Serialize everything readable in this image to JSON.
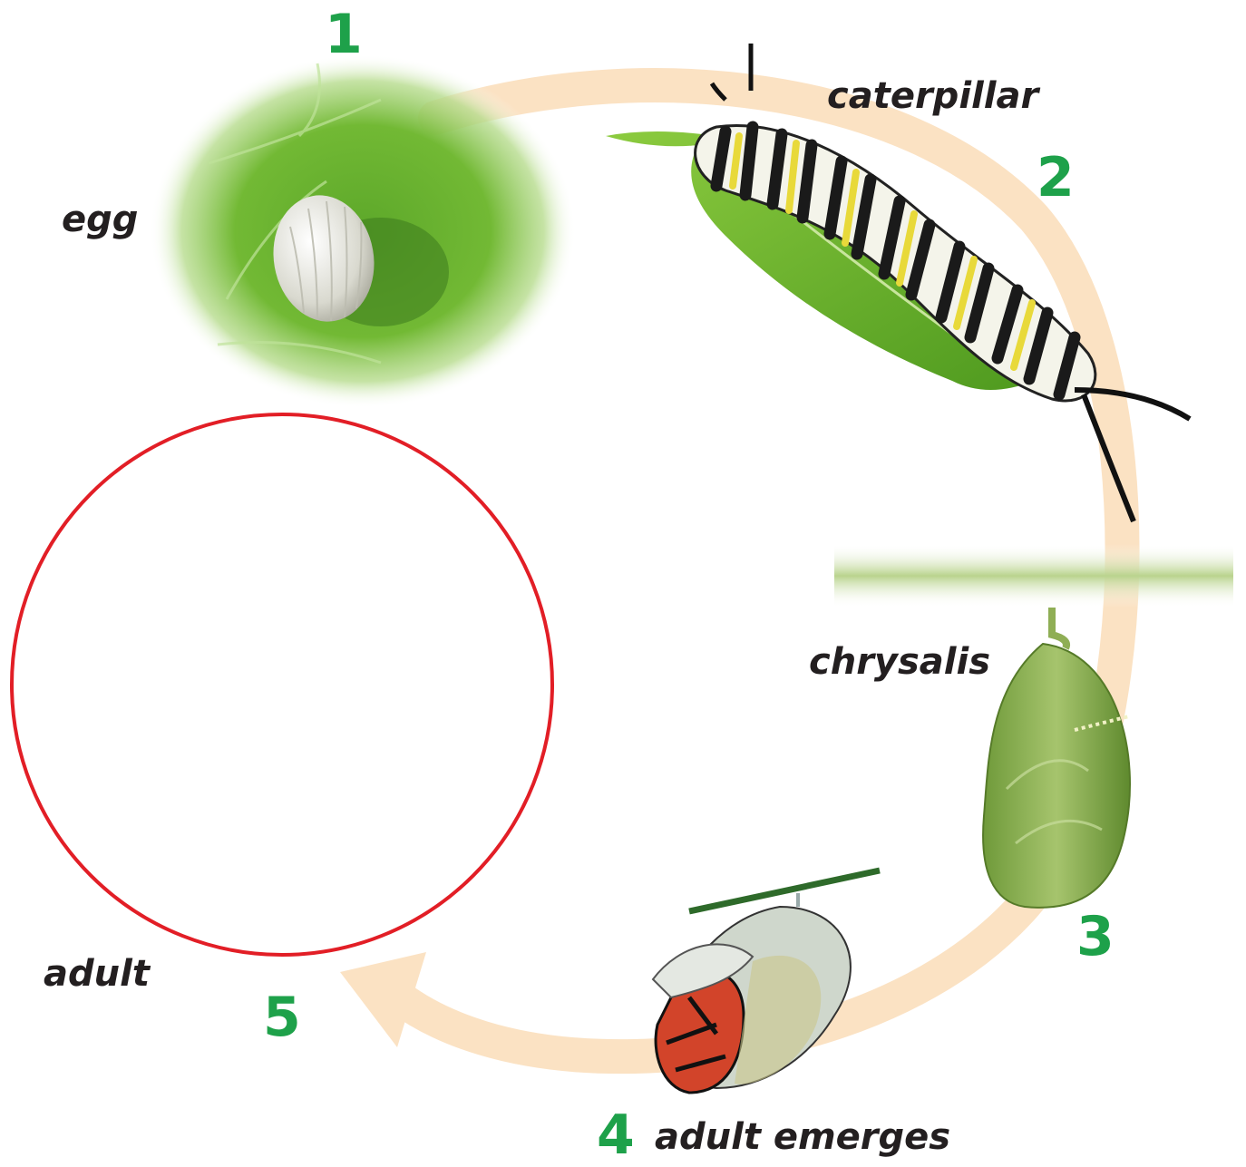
{
  "title": "",
  "stages": [
    {
      "number": "1",
      "label": "egg"
    },
    {
      "number": "2",
      "label": "caterpillar"
    },
    {
      "number": "3",
      "label": "chrysalis"
    },
    {
      "number": "4",
      "label": "adult emerges"
    },
    {
      "number": "5",
      "label": "adult"
    }
  ],
  "colors": {
    "number": "#1ea14a",
    "label": "#231f20",
    "cycle_arrow": "#fbe2c3",
    "blank_circle": "#e21e26",
    "leaf_green": "#6fba2c",
    "chrysalis_green": "#7fa84a"
  },
  "icons": {
    "stage1": "monarch-egg-on-leaf",
    "stage2": "monarch-caterpillar-on-leaf",
    "stage3": "green-chrysalis",
    "stage4": "butterfly-emerging-chrysalis",
    "stage5": "empty-circle-placeholder"
  }
}
